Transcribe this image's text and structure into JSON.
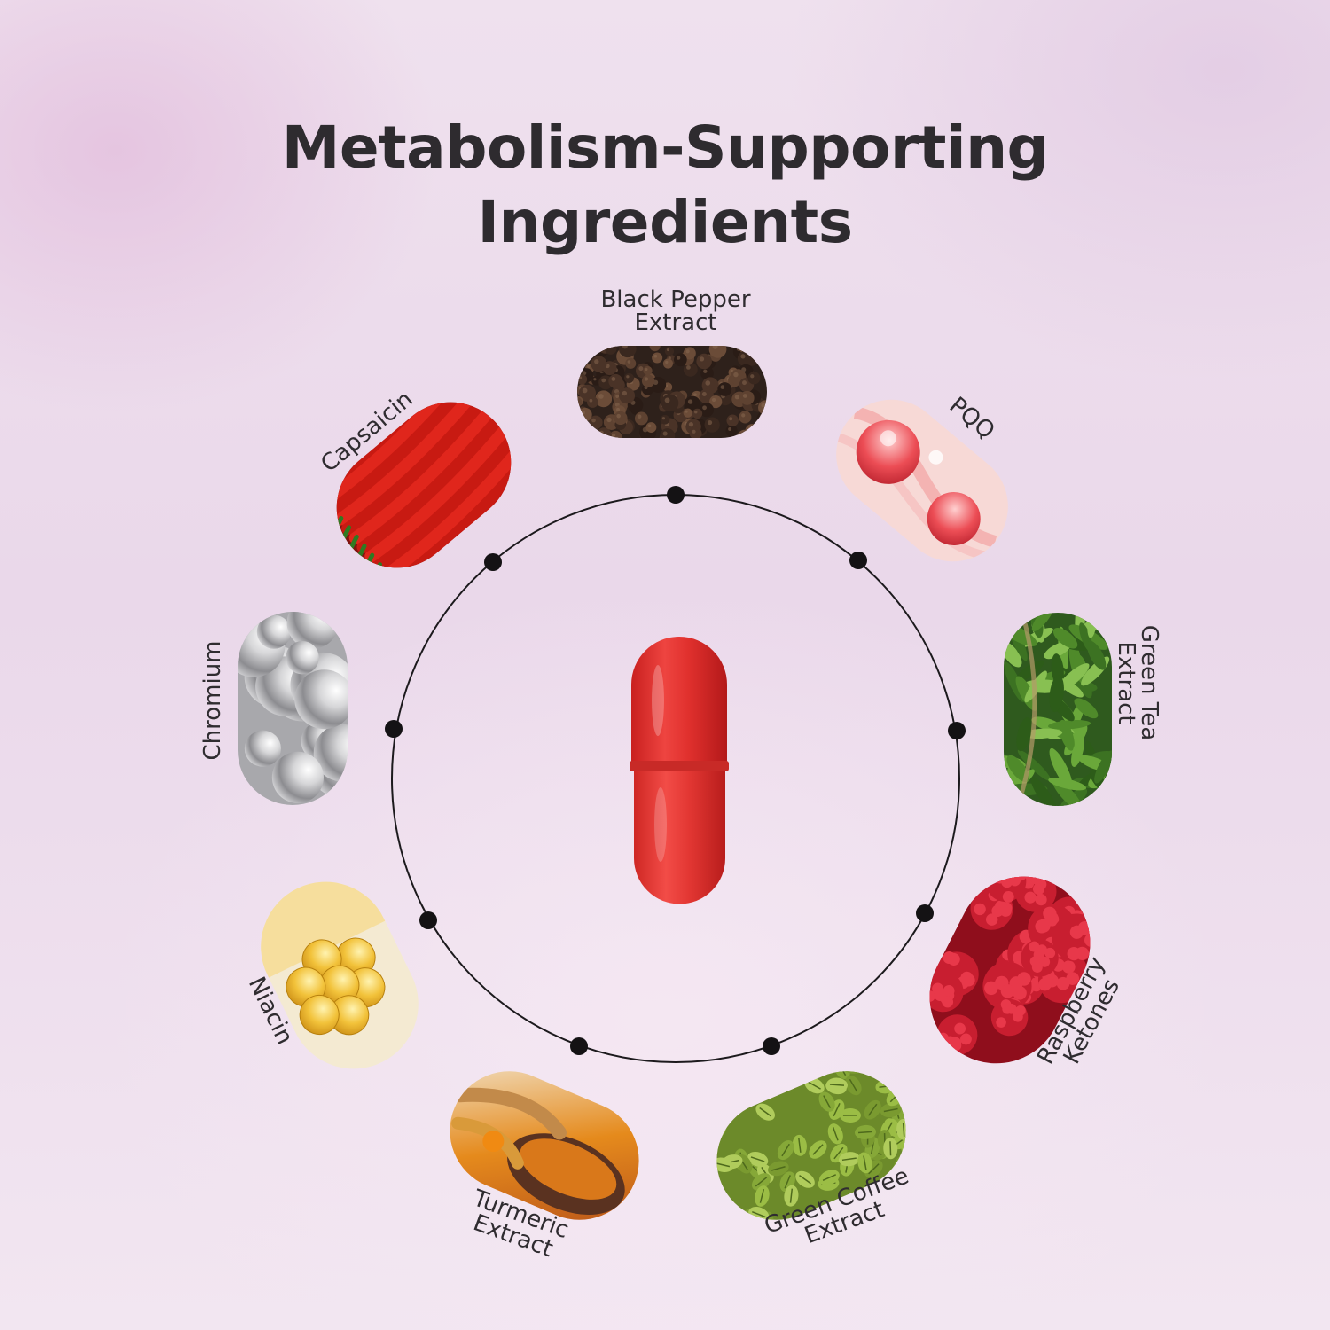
{
  "title": {
    "line1": "Metabolism-Supporting",
    "line2": "Ingredients"
  },
  "colors": {
    "ring": "#1c1a1d",
    "dot": "#141214",
    "capsule_top": "#e3312f",
    "capsule_bottom": "#e83a36",
    "text": "#2f2c30"
  },
  "ingredients": [
    {
      "key": "black-pepper",
      "lines": [
        "Black Pepper",
        "Extract"
      ],
      "icon": "peppercorn-icon"
    },
    {
      "key": "pqq",
      "lines": [
        "PQQ"
      ],
      "icon": "red-molecule-icon"
    },
    {
      "key": "green-tea",
      "lines": [
        "Green Tea",
        "Extract"
      ],
      "icon": "tea-leaf-icon"
    },
    {
      "key": "raspberry",
      "lines": [
        "Raspberry",
        "Ketones"
      ],
      "icon": "raspberry-icon"
    },
    {
      "key": "green-coffee",
      "lines": [
        "Green Coffee",
        "Extract"
      ],
      "icon": "coffee-bean-icon"
    },
    {
      "key": "turmeric",
      "lines": [
        "Turmeric",
        "Extract"
      ],
      "icon": "turmeric-root-icon"
    },
    {
      "key": "niacin",
      "lines": [
        "Niacin"
      ],
      "icon": "softgel-icon"
    },
    {
      "key": "chromium",
      "lines": [
        "Chromium"
      ],
      "icon": "chrome-sphere-icon"
    },
    {
      "key": "capsaicin",
      "lines": [
        "Capsaicin"
      ],
      "icon": "chili-pepper-icon"
    }
  ],
  "center_icon": "red-capsule-icon"
}
